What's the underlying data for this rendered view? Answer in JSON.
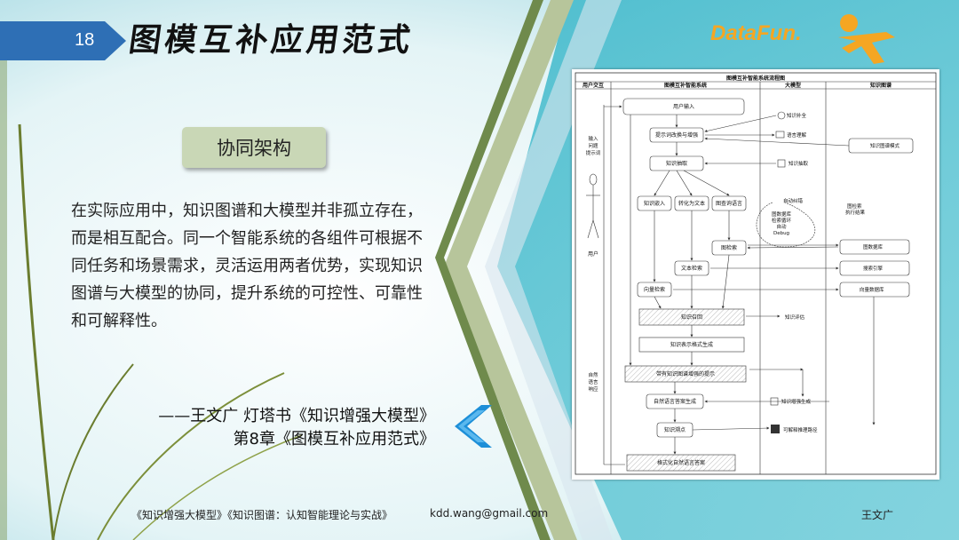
{
  "slide": {
    "number": "18",
    "title": "图模互补应用范式",
    "logo_text": "DataFun.",
    "section_label": "协同架构",
    "paragraph": "在实际应用中，知识图谱和大模型并非孤立存在，而是相互配合。同一个智能系统的各组件可根据不同任务和场景需求，灵活运用两者优势，实现知识图谱与大模型的协同，提升系统的可控性、可靠性和可解释性。",
    "quote_line1": "——王文广  灯塔书《知识增强大模型》",
    "quote_line2": "第8章《图模互补应用范式》"
  },
  "footer": {
    "books": "《知识增强大模型》《知识图谱：认知智能理论与实战》",
    "email": "kdd.wang@gmail.com",
    "author": "王文广"
  },
  "diagram": {
    "title": "图模互补智能系统流程图",
    "lanes": [
      "用户交互",
      "图模互补智能系统",
      "大模型",
      "知识图谱"
    ],
    "actor": "用户",
    "user_in": "输入\n问题\n提示词",
    "user_out": "自然\n语言\n响应",
    "nodes": {
      "user_input": "用户输入",
      "prompt_enhance": "提示词改换与增强",
      "knowledge_extract": "知识抽取",
      "knowledge_embed": "知识嵌入",
      "to_text": "转化为文本",
      "graph_query": "图查询语言",
      "graph_search": "图检索",
      "text_search": "文本检索",
      "vector_search": "向量检索",
      "recall": "知识召回",
      "format": "知识表示格式生成",
      "kg_prompt": "带有知识图谱增强的提示",
      "nl_answer": "自然语言答案生成",
      "trace": "知识溯点",
      "final": "格式化自然语言答案"
    },
    "llm": {
      "complete": "知识补全",
      "understand": "语言理解",
      "extract": "知识抽取",
      "auto_correct": "自动纠错",
      "loop": "图数据库\n检索循环\n自动\nDebug",
      "eval": "知识评估",
      "enhanced": "知识增强生成",
      "explain": "可解释推理路径"
    },
    "kg": {
      "schema": "知识图谱模式",
      "exec": "图检索\n执行结果",
      "graphdb": "图数据库",
      "search_engine": "搜索引擎",
      "vectordb": "向量数据库"
    }
  }
}
